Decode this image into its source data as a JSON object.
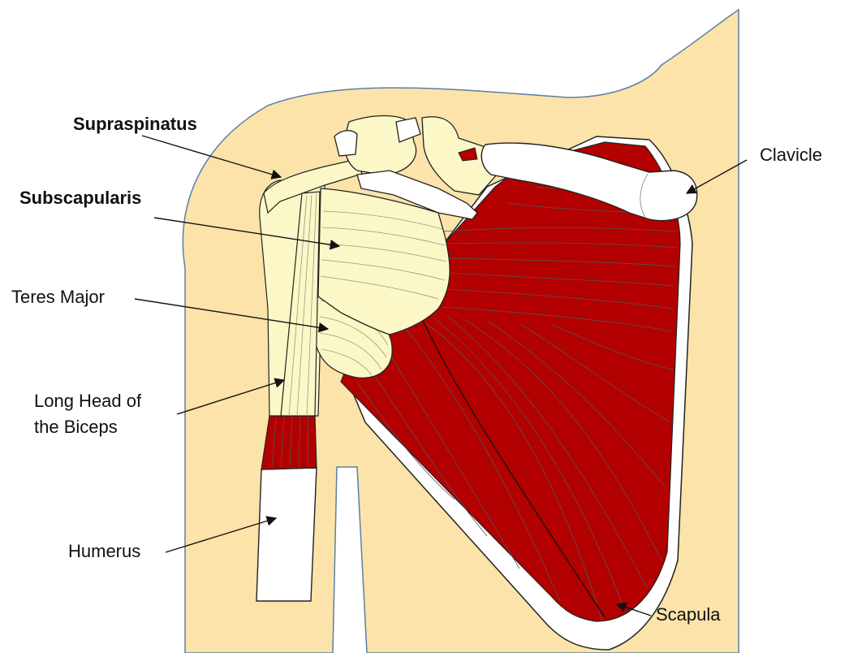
{
  "labels": {
    "supraspinatus": "Supraspinatus",
    "subscapularis": "Subscapularis",
    "teres_major": "Teres Major",
    "long_head_line1": "Long Head of",
    "long_head_line2": "the Biceps",
    "humerus": "Humerus",
    "clavicle": "Clavicle",
    "scapula": "Scapula"
  },
  "colors": {
    "skin": "#fbe3a9",
    "skin_outline": "#5b7fa6",
    "muscle": "#b30000",
    "tendon": "#fbf7c7",
    "bone": "#ffffff"
  }
}
